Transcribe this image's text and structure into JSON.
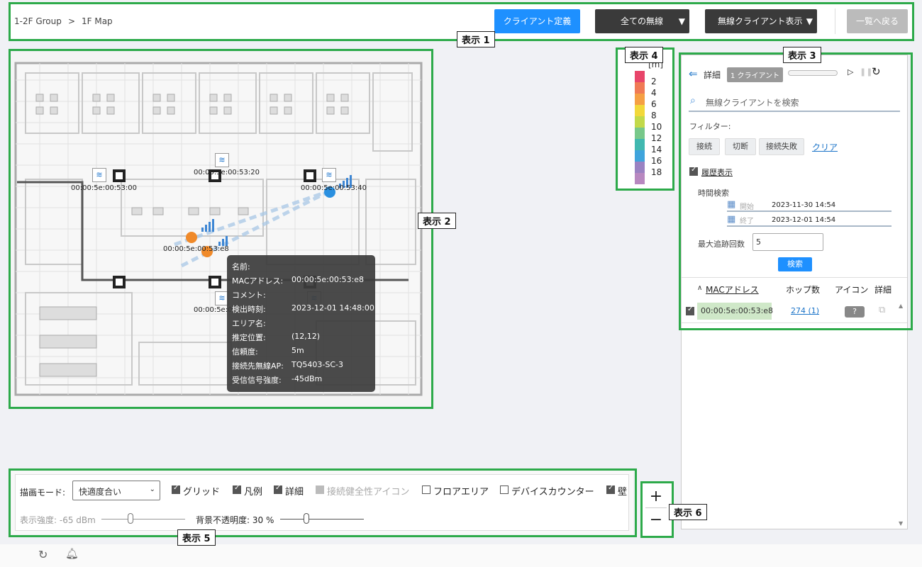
{
  "header": {
    "breadcrumb_group": "1-2F Group",
    "breadcrumb_sep": ">",
    "breadcrumb_map": "1F Map",
    "client_def_button": "クライアント定義",
    "wireless_dropdown": "全ての無線",
    "display_dropdown": "無線クライアント表示",
    "back_button": "一覧へ戻る"
  },
  "callouts": {
    "c1": "表示 1",
    "c2": "表示 2",
    "c3": "表示 3",
    "c4": "表示 4",
    "c5": "表示 5",
    "c6": "表示 6"
  },
  "map": {
    "labels": [
      "00:00:5e:00:53:00",
      "00:00:5e:00:53:20",
      "00:00:5e:00:53:40",
      "00:00:5e:00:53:e8",
      "00:00:5e:0"
    ],
    "tooltip": {
      "name_k": "名前:",
      "name_v": "",
      "mac_k": "MACアドレス:",
      "mac_v": "00:00:5e:00:53:e8",
      "comment_k": "コメント:",
      "comment_v": "",
      "detect_k": "検出時刻:",
      "detect_v": "2023-12-01 14:48:00",
      "area_k": "エリア名:",
      "area_v": "",
      "pos_k": "推定位置:",
      "pos_v": "(12,12)",
      "rel_k": "信頼度:",
      "rel_v": "5m",
      "ap_k": "接続先無線AP:",
      "ap_v": "TQ5403-SC-3",
      "rssi_k": "受信信号強度:",
      "rssi_v": "-45dBm"
    }
  },
  "legend": {
    "unit": "[m]",
    "items": [
      {
        "label": "2",
        "color": "#e8456a"
      },
      {
        "label": "4",
        "color": "#f07a55"
      },
      {
        "label": "6",
        "color": "#f5a044"
      },
      {
        "label": "8",
        "color": "#f2d83a"
      },
      {
        "label": "10",
        "color": "#c2d94a"
      },
      {
        "label": "12",
        "color": "#78c88a"
      },
      {
        "label": "14",
        "color": "#41b8b0"
      },
      {
        "label": "16",
        "color": "#3fa4dc"
      },
      {
        "label": "18",
        "color": "#9a82c2"
      },
      {
        "label": "",
        "color": "#b888c0"
      }
    ]
  },
  "panel": {
    "detail_label": "詳細",
    "client_count": "1 クライアント",
    "search_placeholder": "無線クライアントを検索",
    "filter_label": "フィルター:",
    "filter_connect": "接続",
    "filter_disconnect": "切断",
    "filter_fail": "接続失敗",
    "filter_clear": "クリア",
    "history_label": "履歴表示",
    "time_search": "時間検索",
    "start_label": "開始",
    "start_value": "2023-11-30 14:54",
    "end_label": "終了",
    "end_value": "2023-12-01 14:54",
    "max_track_label": "最大追跡回数",
    "max_track_value": "5",
    "search_button": "検索",
    "col_mac": "MACアドレス",
    "col_hop": "ホップ数",
    "col_icon": "アイコン",
    "col_detail": "詳細",
    "row_mac": "00:00:5e:00:53:e8",
    "row_hop": "274 (1)"
  },
  "bottom": {
    "mode_label": "描画モード:",
    "mode_value": "快適度合い",
    "grid": "グリッド",
    "legend": "凡例",
    "detail": "詳細",
    "health_icon": "接続健全性アイコン",
    "floor_area": "フロアエリア",
    "device_counter": "デバイスカウンター",
    "wall": "壁",
    "strength_label": "表示強度: -65 dBm",
    "opacity_label": "背景不透明度: 30 %"
  },
  "zoom": {
    "plus": "+",
    "minus": "−"
  }
}
